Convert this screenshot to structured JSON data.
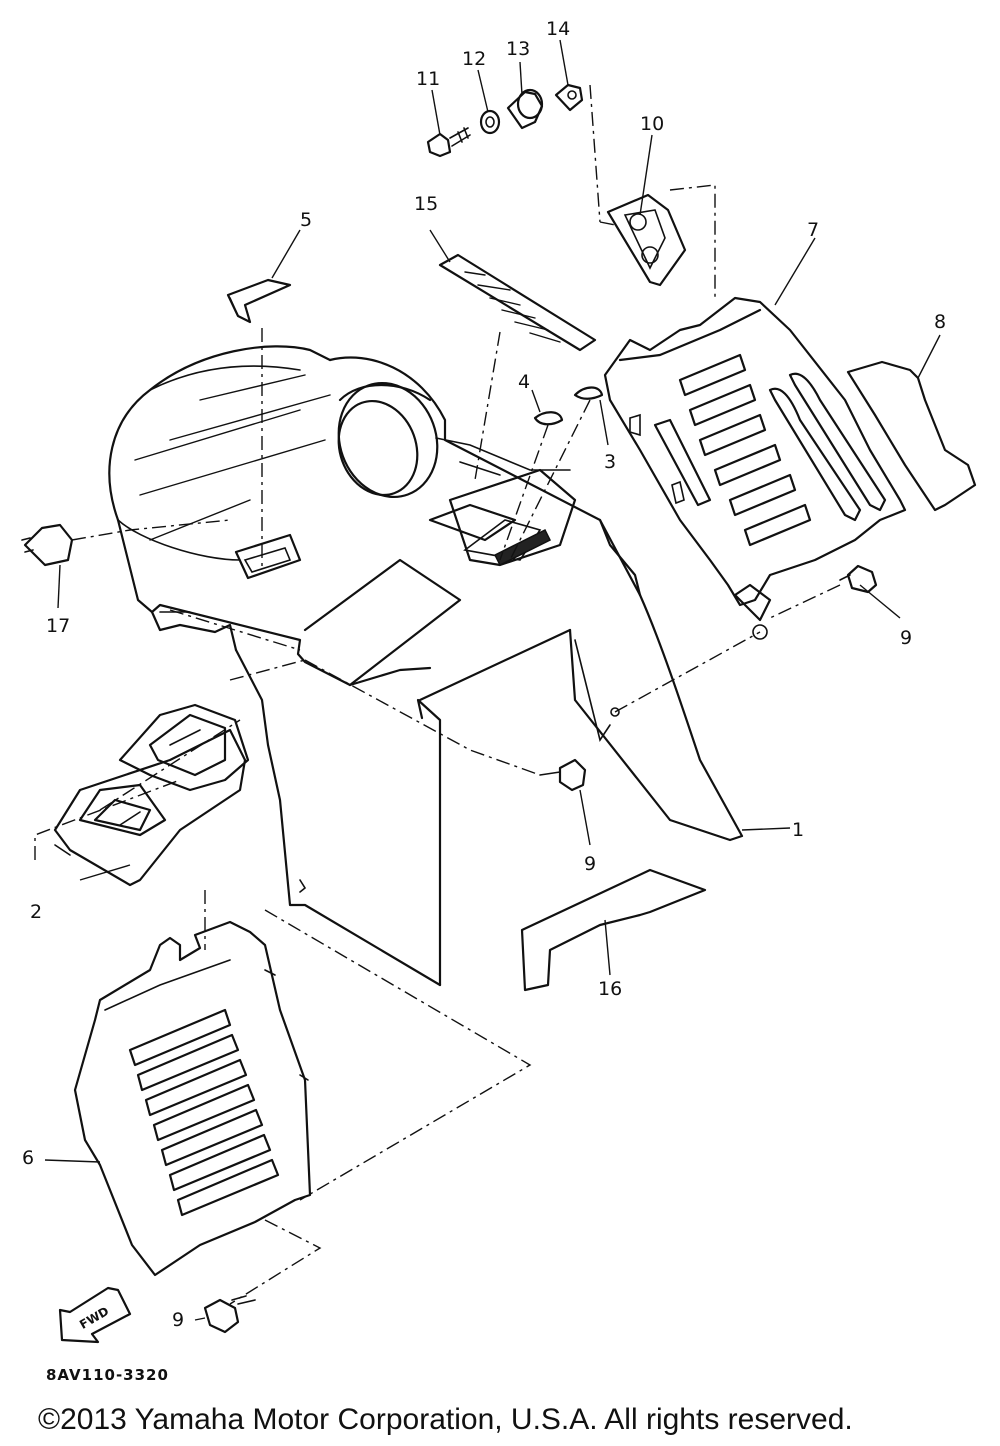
{
  "diagram": {
    "callouts": {
      "p1": "1",
      "p2": "2",
      "p3": "3",
      "p4": "4",
      "p5": "5",
      "p6": "6",
      "p7": "7",
      "p8": "8",
      "p9a": "9",
      "p9b": "9",
      "p9c": "9",
      "p10": "10",
      "p11": "11",
      "p12": "12",
      "p13": "13",
      "p14": "14",
      "p15": "15",
      "p16": "16",
      "p17": "17"
    },
    "fwd_arrow_label": "FWD"
  },
  "drawing_code": "8AV110-3320",
  "copyright": "©2013 Yamaha Motor Corporation, U.S.A. All rights reserved."
}
